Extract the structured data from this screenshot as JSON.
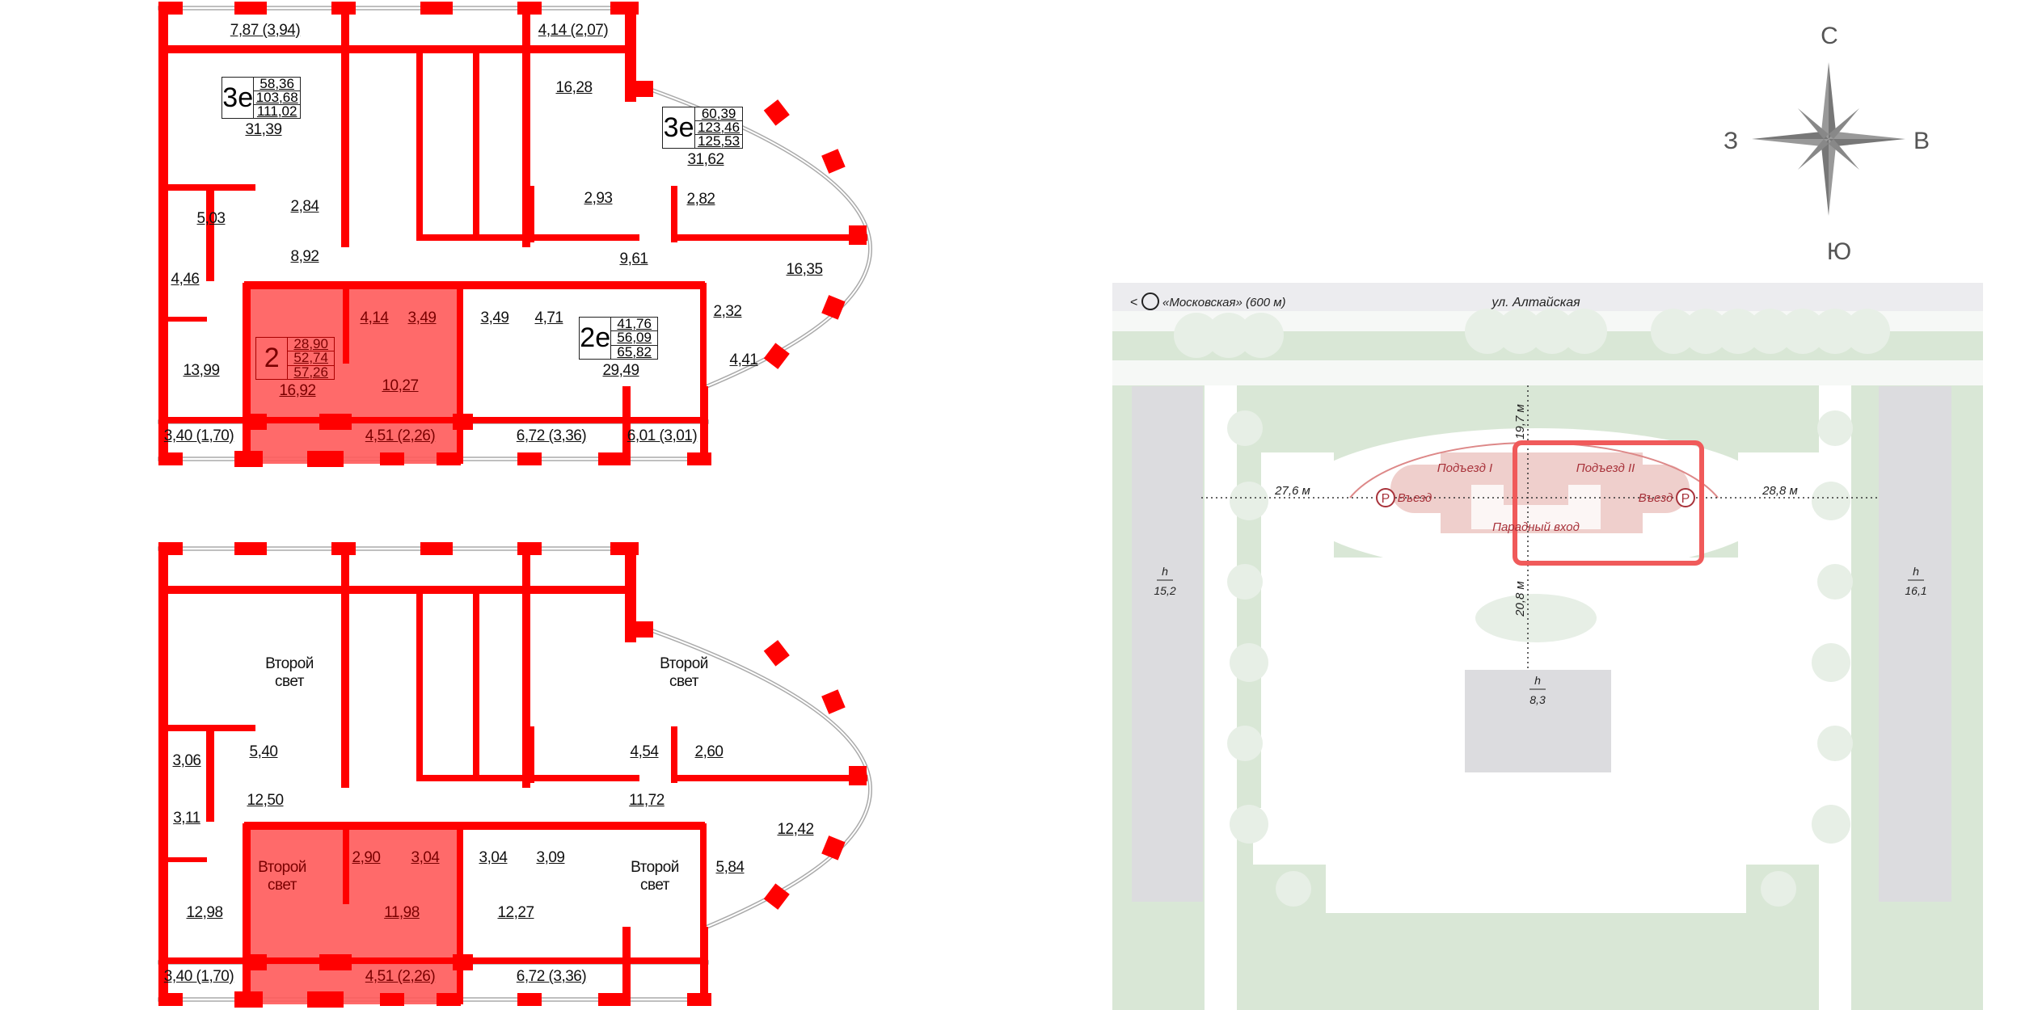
{
  "colors": {
    "wall": "#ff0000",
    "apartment_highlight": "#ff5a5a",
    "site_green": "#d9e7d6",
    "tree": "#e7efe6",
    "building_gray": "#dcdcdf",
    "site_accent": "#a8323a"
  },
  "floor_plans": [
    {
      "rooms": [
        "7,87 (3,94)",
        "4,14 (2,07)",
        "16,28",
        "31,39",
        "31,62",
        "2,84",
        "5,03",
        "2,93",
        "2,82",
        "8,92",
        "9,61",
        "16,35",
        "4,46",
        "4,14",
        "3,49",
        "3,49",
        "4,71",
        "29,49",
        "2,32",
        "4,41",
        "16,92",
        "10,27",
        "13,99",
        "3,40 (1,70)",
        "4,51 (2,26)",
        "6,72 (3,36)",
        "6,01 (3,01)"
      ],
      "apartments": [
        {
          "type": "3е",
          "areas": [
            "58,36",
            "103,68",
            "111,02"
          ]
        },
        {
          "type": "3е",
          "areas": [
            "60,39",
            "123,46",
            "125,53"
          ]
        },
        {
          "type": "2е",
          "areas": [
            "41,76",
            "56,09",
            "65,82"
          ]
        },
        {
          "type": "2",
          "areas": [
            "28,90",
            "52,74",
            "57,26"
          ],
          "selected": true
        }
      ]
    },
    {
      "rooms": [
        "Второй свет",
        "Второй свет",
        "5,40",
        "3,06",
        "4,54",
        "2,60",
        "12,50",
        "11,72",
        "3,11",
        "12,42",
        "2,90",
        "3,04",
        "3,04",
        "3,09",
        "5,84",
        "Второй свет",
        "Второй свет",
        "12,98",
        "11,98",
        "12,27",
        "3,40 (1,70)",
        "4,51 (2,26)",
        "6,72 (3,36)"
      ]
    }
  ],
  "compass": {
    "north": "С",
    "west": "З",
    "east": "В",
    "south": "Ю"
  },
  "site_plan": {
    "metro_back": "<",
    "metro_station": "«Московская» (600 м)",
    "street": "ул. Алтайская",
    "entrance_1": "Подъезд I",
    "entrance_2": "Подъезд II",
    "entry_left": "Въезд",
    "entry_right": "Въезд",
    "parking": "P",
    "main_entrance": "Парадный вход",
    "dist_left": "27,6 м",
    "dist_right": "28,8 м",
    "dist_top": "19,7 м",
    "dist_bottom": "20,8 м",
    "height_symbol": "h",
    "height_left": "15,2",
    "height_right": "16,1",
    "height_center": "8,3"
  }
}
